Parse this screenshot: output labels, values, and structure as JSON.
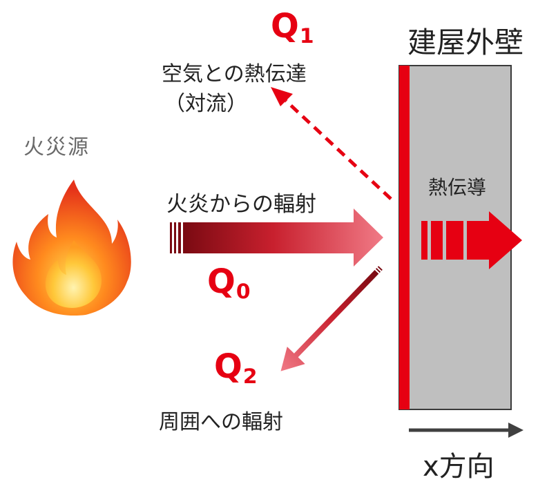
{
  "wall": {
    "title": "建屋外壁",
    "conduction_label": "熱伝導"
  },
  "fire": {
    "label": "火災源"
  },
  "q0": {
    "symbol": "Q",
    "subscript": "0",
    "label": "火炎からの輻射"
  },
  "q1": {
    "symbol": "Q",
    "subscript": "1",
    "label_line1": "空気との熱伝達",
    "label_line2": "（対流）"
  },
  "q2": {
    "symbol": "Q",
    "subscript": "2",
    "label": "周囲への輻射"
  },
  "axis": {
    "label": "x方向"
  },
  "colors": {
    "accent_red": "#e60012",
    "wall_gray": "#bfbfbf",
    "wall_border": "#3a3a3a",
    "dark_red": "#8b0d14",
    "light_red": "#f07080"
  },
  "icons": {
    "fire": "fire-icon",
    "radiation_arrow": "arrow-right-icon",
    "convection_arrow": "arrow-up-left-dashed-icon",
    "reflection_arrow": "arrow-down-left-icon",
    "conduction_arrow": "striped-arrow-right-icon",
    "axis_arrow": "arrow-right-icon"
  }
}
